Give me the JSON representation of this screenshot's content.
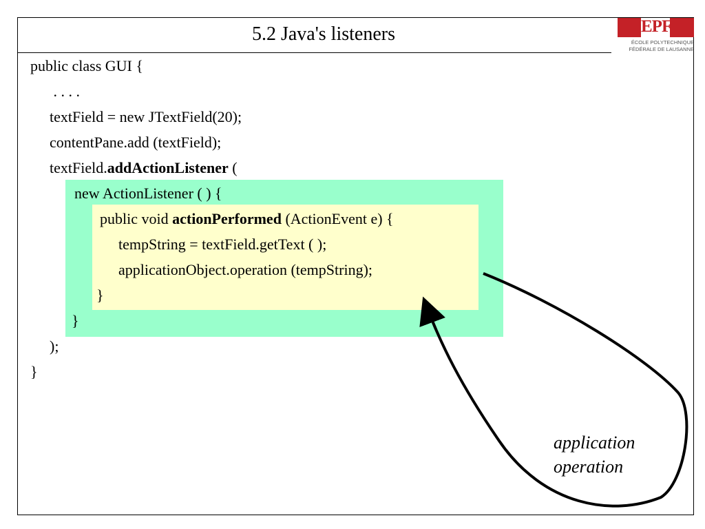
{
  "slide": {
    "title": "5.2   Java's listeners",
    "logo": {
      "wordmark": "EPFL",
      "line1": "ÉCOLE POLYTECHNIQUE",
      "line2": "FÉDÉRALE DE LAUSANNE",
      "brand_color": "#c42127"
    },
    "code": {
      "l1": "public class GUI {",
      "l2": " . . . .",
      "l3": "textField = new JTextField(20);",
      "l4": "contentPane.add (textField);",
      "l5_pre": "textField.",
      "l5_bold": "addActionListener",
      "l5_post": " (",
      "l6": "new ActionListener ( ) {",
      "l7_pre": "public void ",
      "l7_bold": "actionPerformed",
      "l7_post": " (ActionEvent e) {",
      "l8": "tempString = textField.getText ( );",
      "l9": "applicationObject.operation (tempString);",
      "l10": "}",
      "l11": "}",
      "l12": ");",
      "l13": "}"
    },
    "annotation": {
      "line1": "application",
      "line2": "operation"
    },
    "colors": {
      "outer_highlight": "#99ffcc",
      "inner_highlight": "#ffffcc"
    }
  }
}
